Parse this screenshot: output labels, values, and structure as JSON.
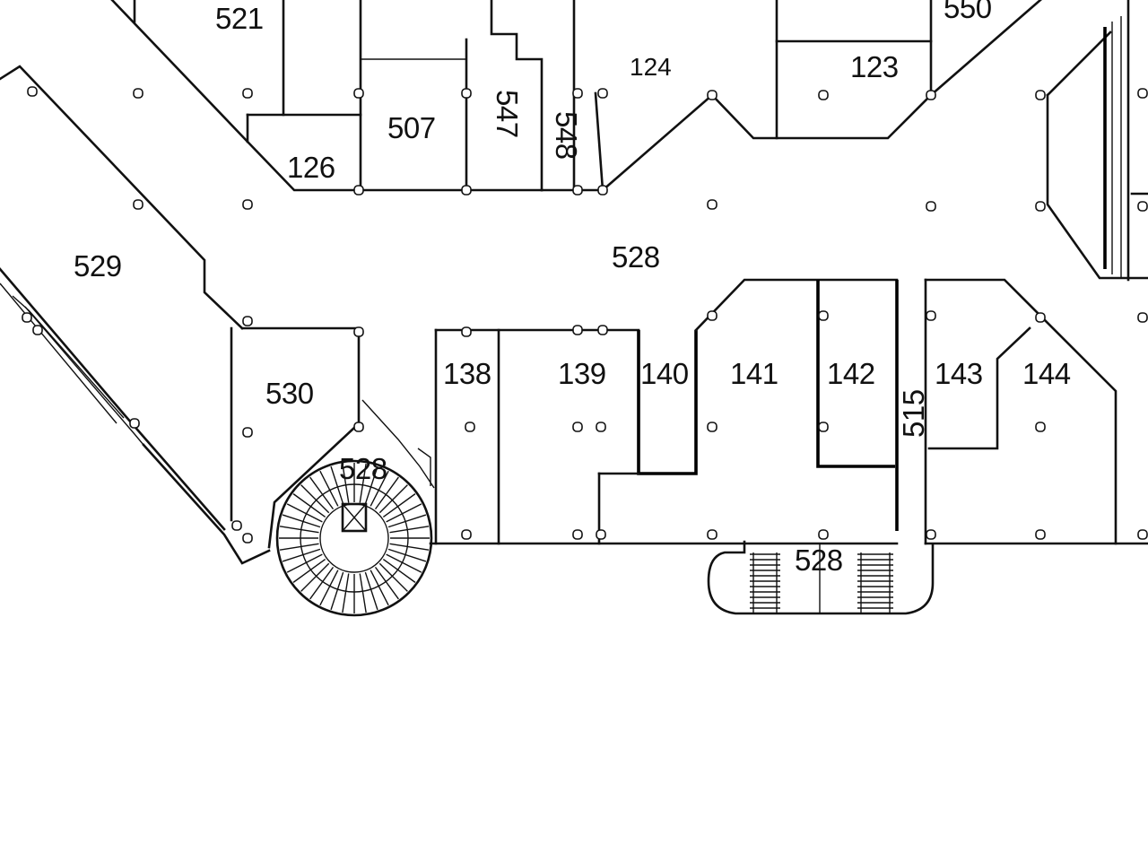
{
  "rooms": {
    "r521": "521",
    "r550": "550",
    "r507": "507",
    "r547": "547",
    "r548": "548",
    "r124": "124",
    "r123": "123",
    "r126": "126",
    "r529": "529",
    "r528_main": "528",
    "r530": "530",
    "r528_stair": "528",
    "r138": "138",
    "r139": "139",
    "r140": "140",
    "r141": "141",
    "r142": "142",
    "r515": "515",
    "r143": "143",
    "r144": "144",
    "r528_lower": "528"
  },
  "colors": {
    "ink": "#111111",
    "paper": "#ffffff"
  }
}
